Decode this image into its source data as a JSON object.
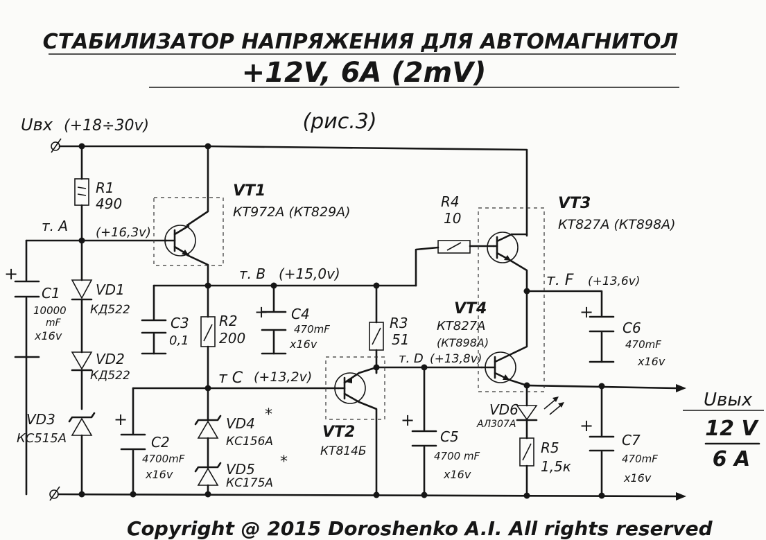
{
  "title": {
    "line1": "СТАБИЛИЗАТОР НАПРЯЖЕНИЯ ДЛЯ АВТОМАГНИТОЛ",
    "line2": "+12V, 6A (2mV)",
    "fig": "(рис.3)"
  },
  "input": {
    "label": "Uвх",
    "range": "(+18÷30v)"
  },
  "output": {
    "label": "Uвых",
    "voltage": "12 V",
    "current": "6 A"
  },
  "points": {
    "A": {
      "label": "т. А",
      "voltage": "(+16,3v)"
    },
    "B": {
      "label": "т. В",
      "voltage": "(+15,0v)"
    },
    "C": {
      "label": "т С",
      "voltage": "(+13,2v)"
    },
    "D": {
      "label": "т. D",
      "voltage": "(+13,8v)"
    },
    "F": {
      "label": "т. F",
      "voltage": "(+13,6v)"
    }
  },
  "components": {
    "R1": {
      "name": "R1",
      "value": "490"
    },
    "R2": {
      "name": "R2",
      "value": "200"
    },
    "R3": {
      "name": "R3",
      "value": "51"
    },
    "R4": {
      "name": "R4",
      "value": "10"
    },
    "R5": {
      "name": "R5",
      "value": "1,5к"
    },
    "C1": {
      "name": "C1",
      "value": "10000",
      "unit": "mF",
      "voltage": "x16v"
    },
    "C2": {
      "name": "C2",
      "value": "4700mF",
      "voltage": "x16v"
    },
    "C3": {
      "name": "C3",
      "value": "0,1"
    },
    "C4": {
      "name": "C4",
      "value": "470mF",
      "voltage": "x16v"
    },
    "C5": {
      "name": "C5",
      "value": "4700 mF",
      "voltage": "x16v"
    },
    "C6": {
      "name": "C6",
      "value": "470mF",
      "voltage": "x16v"
    },
    "C7": {
      "name": "C7",
      "value": "470mF",
      "voltage": "x16v"
    },
    "VD1": {
      "name": "VD1",
      "part": "КД522"
    },
    "VD2": {
      "name": "VD2",
      "part": "КД522"
    },
    "VD3": {
      "name": "VD3",
      "part": "КС515А"
    },
    "VD4": {
      "name": "VD4",
      "part": "КС156А",
      "mark": "*"
    },
    "VD5": {
      "name": "VD5",
      "part": "КС175А",
      "mark": "*"
    },
    "VD6": {
      "name": "VD6",
      "part": "АЛ307А"
    },
    "VT1": {
      "name": "VT1",
      "part": "КТ972А (КТ829А)"
    },
    "VT2": {
      "name": "VT2",
      "part": "КТ814Б"
    },
    "VT3": {
      "name": "VT3",
      "part": "КТ827А (КТ898А)"
    },
    "VT4": {
      "name": "VT4",
      "part": "КТ827А",
      "alt": "(КТ898А)"
    }
  },
  "plus_sign": "+",
  "copyright": "Copyright @ 2015 Doroshenko A.I. All rights reserved"
}
